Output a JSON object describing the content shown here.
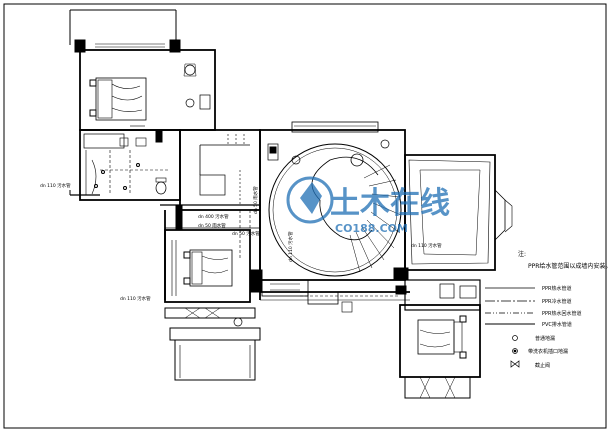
{
  "notes": {
    "title": "注:",
    "line1": "PPR给水管范围以成墙内安装。"
  },
  "legend": {
    "items": [
      "PPR热水管道",
      "PPR冷水管道",
      "PPR热水回水管道",
      "PVC排水管道",
      "普通地漏",
      "带洗衣机插口地漏",
      "截止阀"
    ]
  },
  "pipe_labels": {
    "left_riser": "dn 110 污水管",
    "vert_a": "dn 50 雨水管",
    "vert_b": "dn 110 污水管",
    "mid_1": "dn 400 污水管",
    "mid_2": "dn 50 雨水管",
    "mid_3": "dn 50 污水管",
    "left_low": "dn 110 污水管",
    "right": "dn 110 污水管"
  },
  "watermark": {
    "text": "土木在线",
    "sub": "CO188.COM"
  },
  "colors": {
    "line": "#000000",
    "watermark": "#1f6fb5"
  }
}
